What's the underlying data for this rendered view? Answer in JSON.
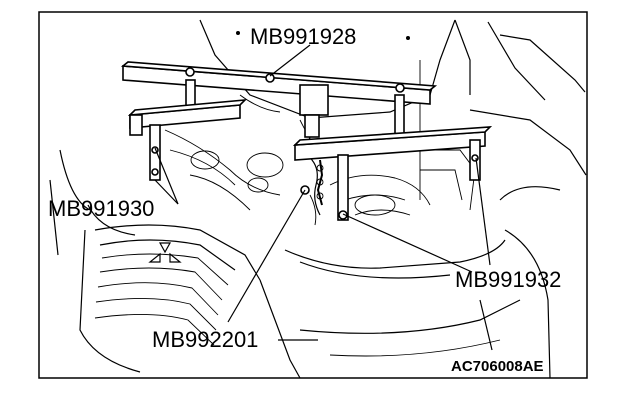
{
  "labels": {
    "mb991928": "MB991928",
    "mb991930": "MB991930",
    "mb991932": "MB991932",
    "mb992201": "MB992201"
  },
  "figure_code": "AC706008AE"
}
